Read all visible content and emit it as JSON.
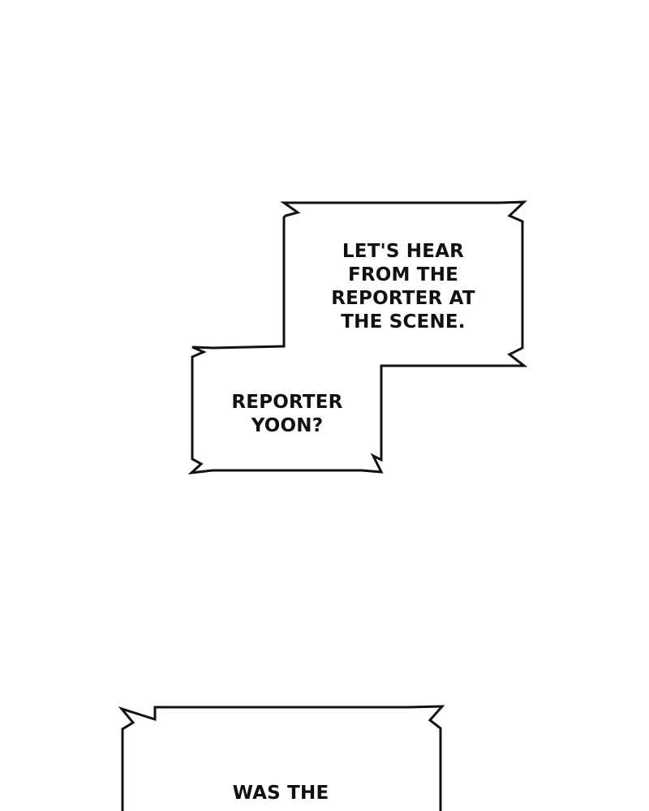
{
  "captions": {
    "top_box": {
      "lines": [
        "LET'S HEAR",
        "FROM THE",
        "REPORTER AT",
        "THE SCENE."
      ]
    },
    "left_box": {
      "lines": [
        "REPORTER",
        "YOON?"
      ]
    },
    "bottom_box": {
      "lines": [
        "WAS THE"
      ]
    }
  },
  "colors": {
    "background": "#ffffff",
    "outline": "#111111",
    "text": "#111111"
  }
}
